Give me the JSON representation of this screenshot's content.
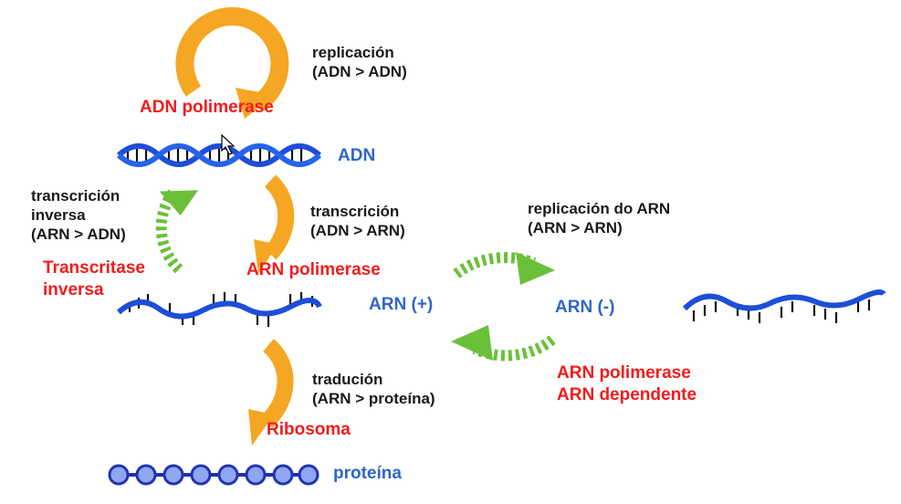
{
  "labels": {
    "replication": {
      "line1": "replicación",
      "line2": "(ADN > ADN)"
    },
    "dna_polymerase": "ADN polimerase",
    "dna": "ADN",
    "reverse_transcription": {
      "line1": "transcrición",
      "line2": "inversa",
      "line3": "(ARN > ADN)"
    },
    "reverse_transcriptase": {
      "line1": "Transcritase",
      "line2": "inversa"
    },
    "transcription": {
      "line1": "transcrición",
      "line2": "(ADN > ARN)"
    },
    "rna_polymerase": "ARN polimerase",
    "rna_replication": {
      "line1": "replicación do ARN",
      "line2": "(ARN > ARN)"
    },
    "rna_plus": "ARN (+)",
    "rna_minus": "ARN (-)",
    "translation": {
      "line1": "tradución",
      "line2": "(ARN > proteína)"
    },
    "ribosome": "Ribosoma",
    "rna_dependent_polymerase": {
      "line1": "ARN polimerase",
      "line2": "ARN dependente"
    },
    "protein": "proteína"
  },
  "colors": {
    "orange_arrow": "#f5a623",
    "green_arrow": "#6bc03a",
    "strand_blue": "#1d4ed8",
    "bead_blue": "#3b52d6",
    "red_text": "#f21c1c",
    "blue_text": "#2f66c9"
  }
}
